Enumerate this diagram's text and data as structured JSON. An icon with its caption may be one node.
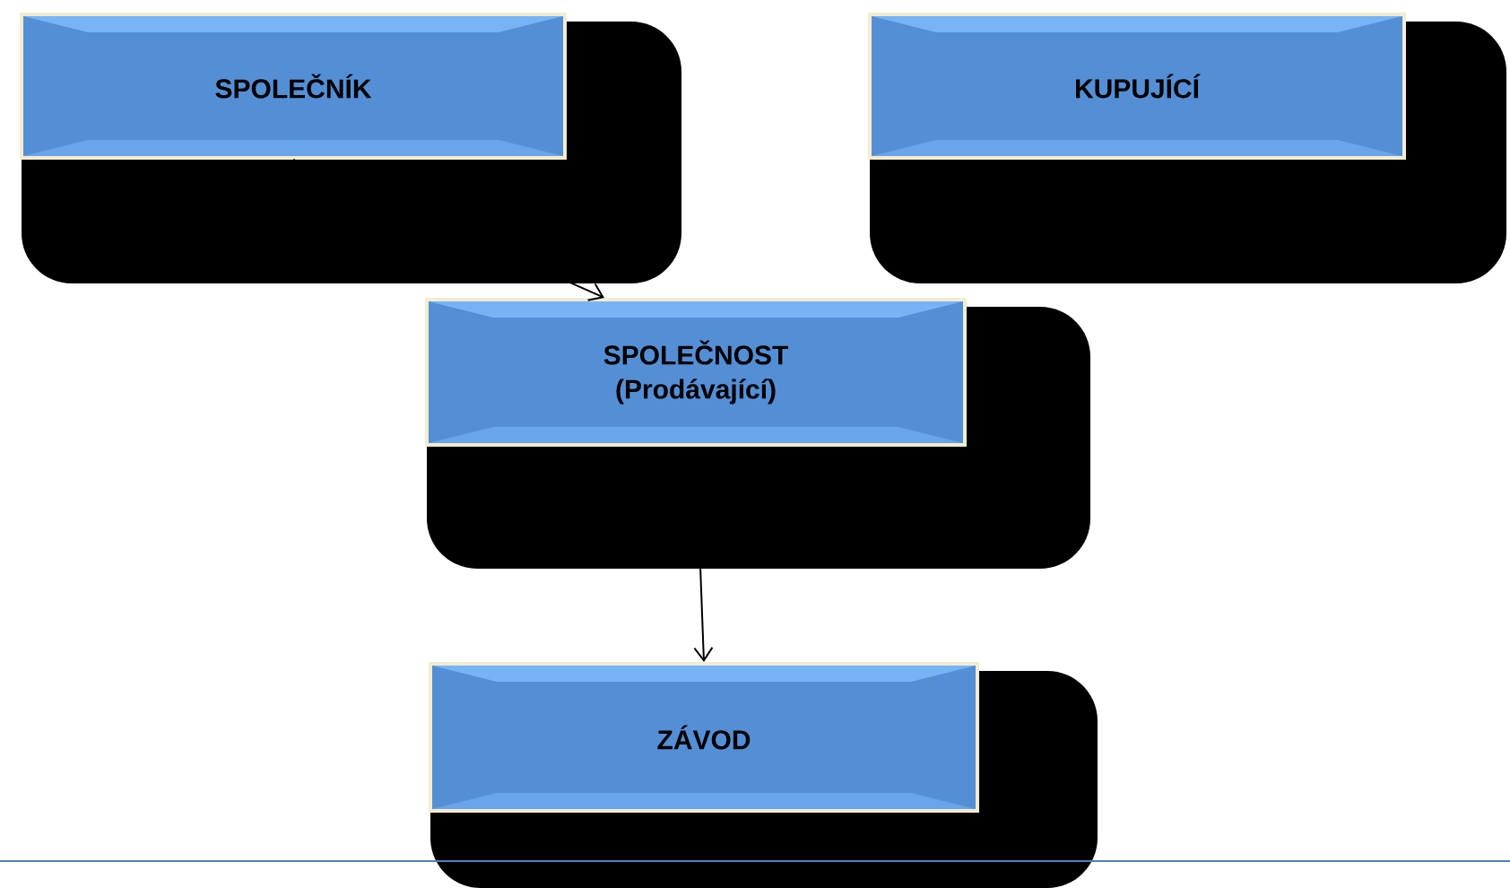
{
  "diagram": {
    "nodes": [
      {
        "text": [
          "SPOLEČNÍK"
        ]
      },
      {
        "text": [
          "KUPUJÍCÍ"
        ]
      },
      {
        "text": [
          "SPOLEČNOST (Prodávající)"
        ]
      },
      {
        "text": [
          "ZÁVOD"
        ]
      }
    ],
    "edges": [
      {
        "from": 0,
        "to": 2,
        "arrow": "to"
      },
      {
        "from": 2,
        "to": 3,
        "arrow": "to"
      }
    ]
  }
}
